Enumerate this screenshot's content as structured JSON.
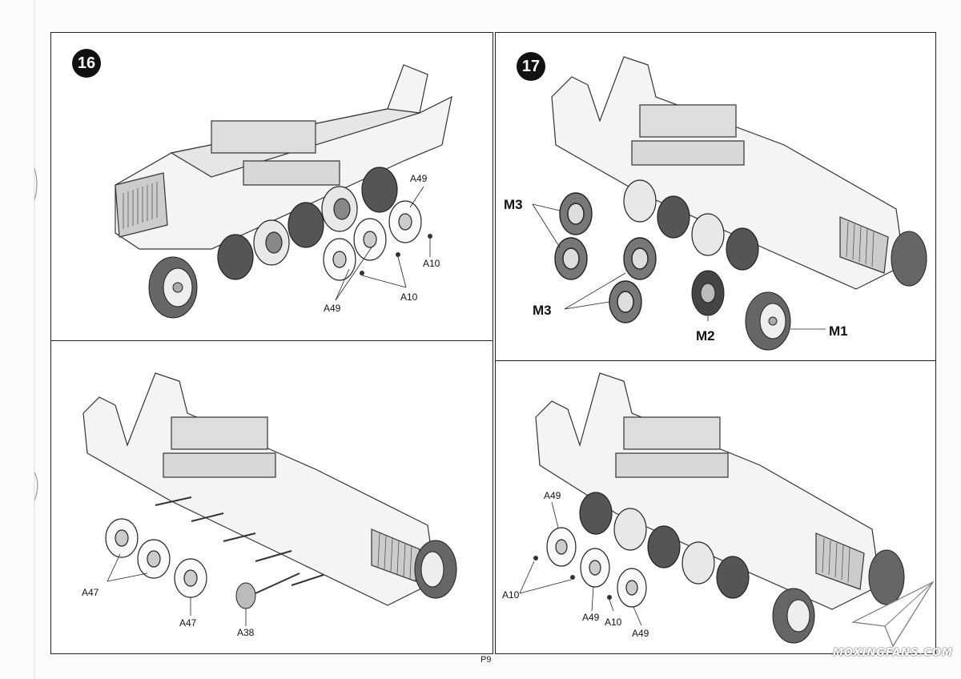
{
  "steps": [
    {
      "number": "16",
      "labels": [
        "A49",
        "A10",
        "A10",
        "A49"
      ]
    },
    {
      "number": "17",
      "labels": [
        "M3",
        "M3",
        "M2",
        "M1"
      ]
    }
  ],
  "bottom_left": {
    "labels": [
      "A47",
      "A47",
      "A38"
    ]
  },
  "bottom_right": {
    "labels": [
      "A49",
      "A10",
      "A49",
      "A10",
      "A49"
    ]
  },
  "page_number": "P9",
  "watermark": "MOXINGFANS.COM",
  "icons": [
    "step-badge",
    "halftrack-hull-drawing",
    "road-wheel-drawing",
    "front-tire-drawing",
    "paper-plane-logo"
  ]
}
